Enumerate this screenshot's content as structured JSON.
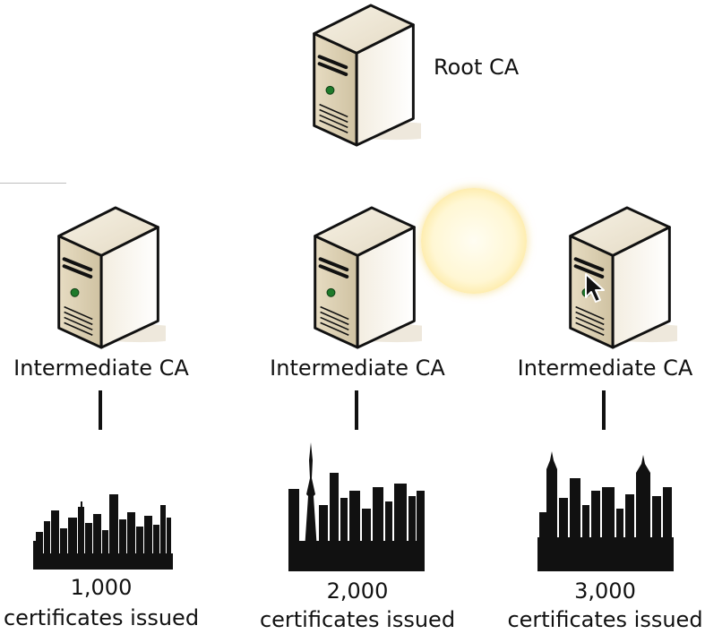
{
  "root": {
    "label": "Root CA"
  },
  "intermediates": [
    {
      "label": "Intermediate CA",
      "count": "1,000",
      "caption": "certificates issued"
    },
    {
      "label": "Intermediate CA",
      "count": "2,000",
      "caption": "certificates issued"
    },
    {
      "label": "Intermediate CA",
      "count": "3,000",
      "caption": "certificates issued"
    }
  ],
  "icons": {
    "server": "server-icon",
    "skyline": "city-skyline-icon",
    "cursor": "mouse-pointer-icon",
    "highlight": "click-highlight"
  },
  "colors": {
    "server_front": "#d9cdb2",
    "server_side": "#e9e2cf",
    "server_top": "#f3eedf",
    "status_light": "#1e7a2a",
    "skyline": "#111111",
    "highlight": "#f5d76a"
  }
}
